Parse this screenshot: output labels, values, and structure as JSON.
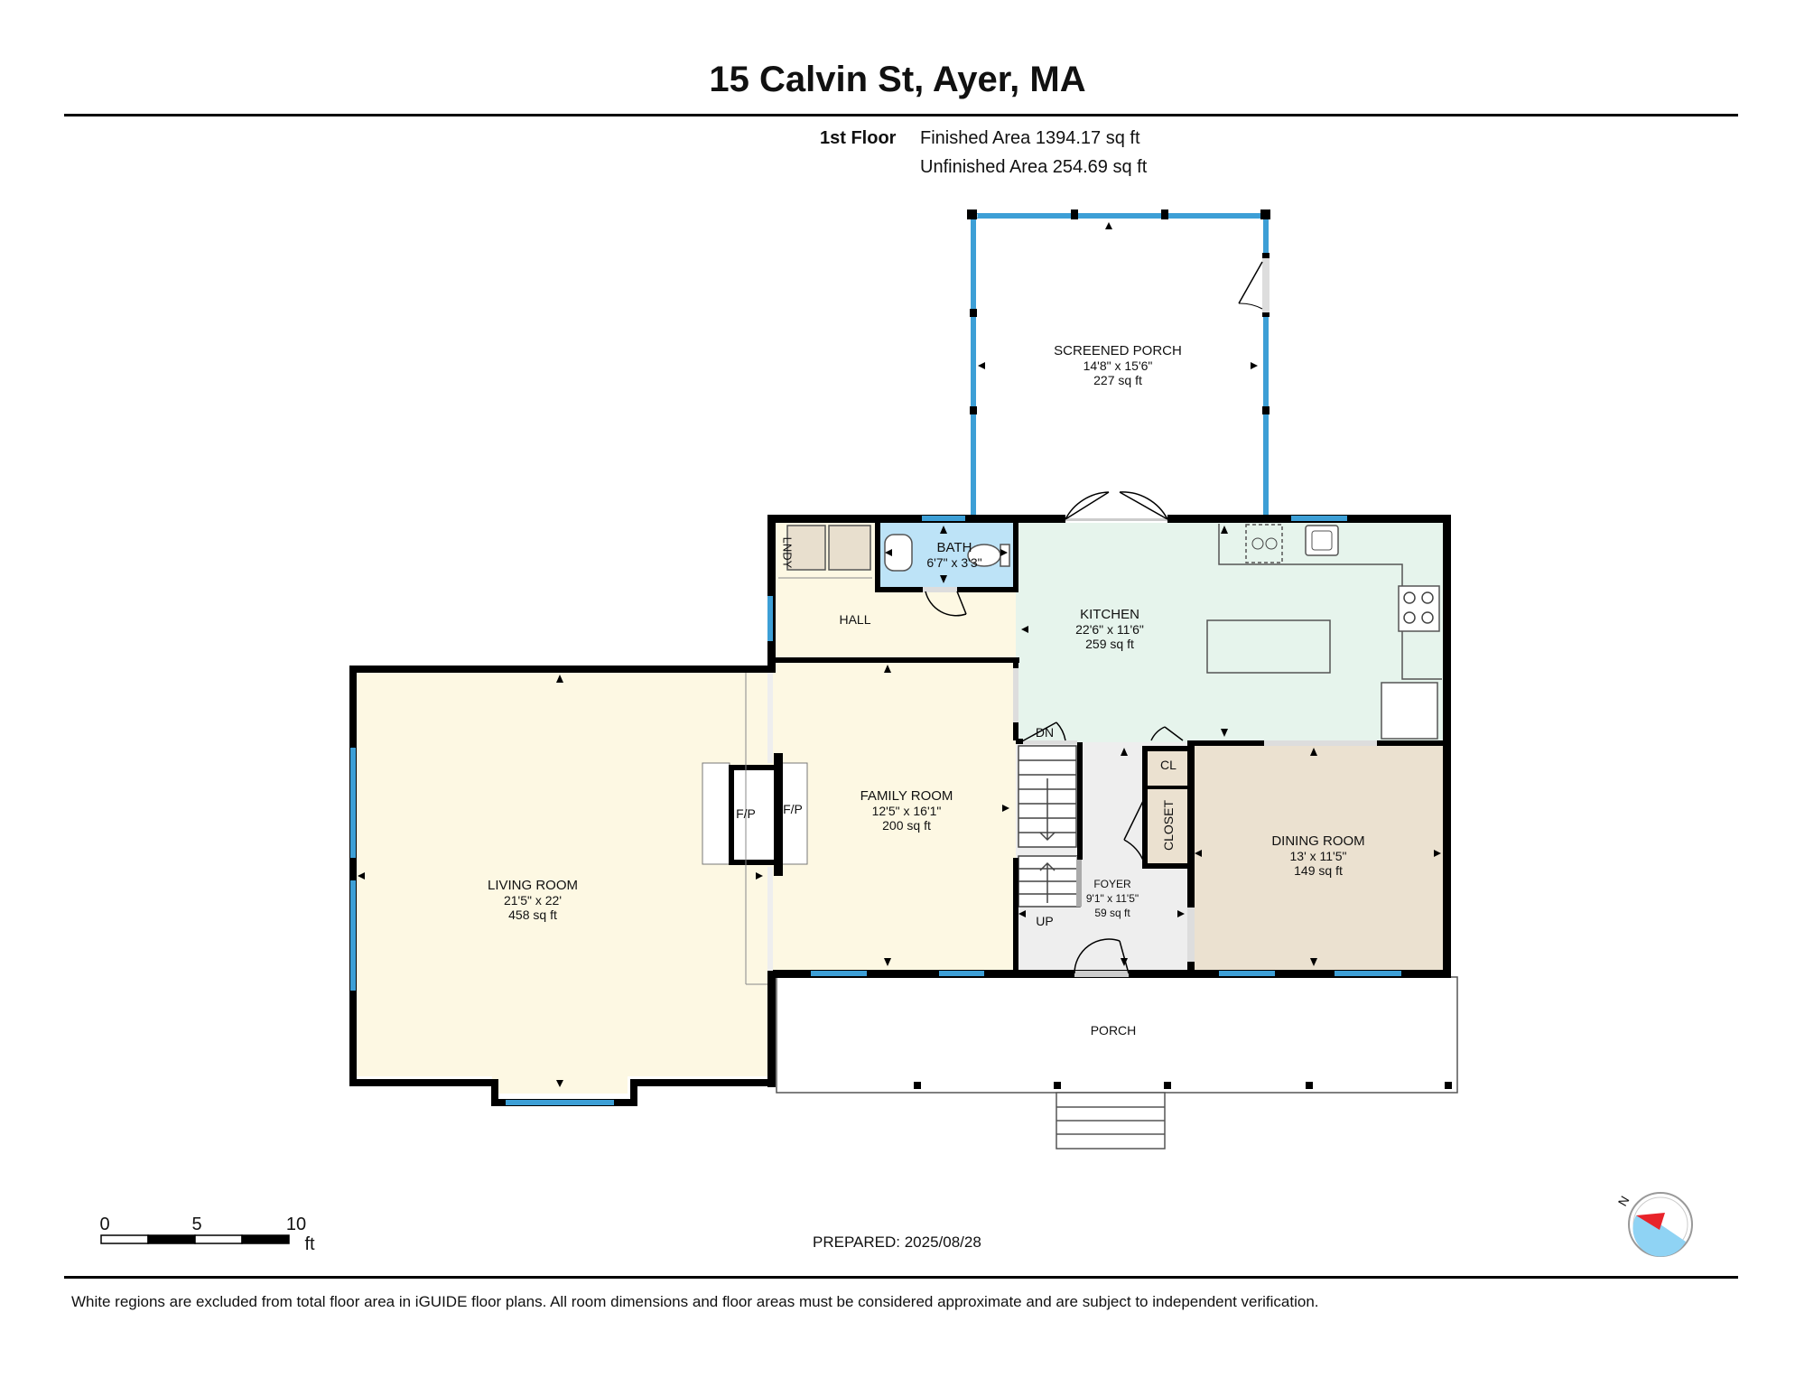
{
  "header": {
    "title": "15 Calvin St, Ayer, MA",
    "floor_label": "1st Floor",
    "finished_area": "Finished Area 1394.17 sq ft",
    "unfinished_area": "Unfinished Area 254.69 sq ft"
  },
  "rooms": {
    "screened_porch": {
      "name": "SCREENED PORCH",
      "dims": "14'8\" x 15'6\"",
      "area": "227 sq ft"
    },
    "kitchen": {
      "name": "KITCHEN",
      "dims": "22'6\" x 11'6\"",
      "area": "259 sq ft"
    },
    "bath": {
      "name": "BATH",
      "dims": "6'7\" x 3'3\""
    },
    "family_room": {
      "name": "FAMILY ROOM",
      "dims": "12'5\" x 16'1\"",
      "area": "200 sq ft"
    },
    "living_room": {
      "name": "LIVING ROOM",
      "dims": "21'5\" x 22'",
      "area": "458 sq ft"
    },
    "dining_room": {
      "name": "DINING ROOM",
      "dims": "13' x 11'5\"",
      "area": "149 sq ft"
    },
    "foyer": {
      "name": "FOYER",
      "dims": "9'1\" x 11'5\"",
      "area": "59 sq ft"
    }
  },
  "labels": {
    "hall": "HALL",
    "lndy": "LNDY",
    "porch": "PORCH",
    "closet": "CLOSET",
    "cl": "CL",
    "dn": "DN",
    "up": "UP",
    "fp1": "F/P",
    "fp2": "F/P"
  },
  "scale": {
    "t0": "0",
    "t5": "5",
    "t10": "10",
    "unit": "ft"
  },
  "footer": {
    "prepared": "PREPARED: 2025/08/28",
    "disclaimer": "White regions are excluded from total floor area in iGUIDE floor plans. All room dimensions and floor areas must be considered approximate and are subject to independent verification."
  },
  "compass": {
    "letter": "N",
    "needle_color": "#e8232a",
    "fill_color": "#8fd3f4"
  },
  "colors": {
    "wall": "#000000",
    "window": "#3d9fd6",
    "living_family_fill": "#fdf8e3",
    "kitchen_fill": "#e6f4ec",
    "dining_fill": "#ebe1d0",
    "bath_fill": "#bde3f7",
    "foyer_fill": "#eeeeee"
  }
}
